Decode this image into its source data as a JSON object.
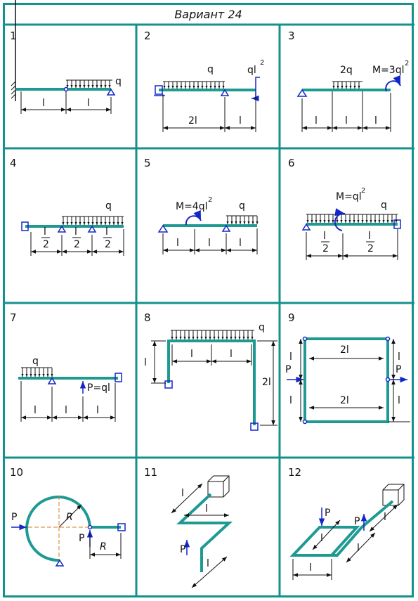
{
  "header": {
    "title": "Вариант 24"
  },
  "colors": {
    "frame": "#14918c",
    "beam": "#1e9a93",
    "support": "#1426c8",
    "dim": "#111111"
  },
  "panels": [
    {
      "number": "1",
      "labels": {
        "q": "q",
        "dim1": "l",
        "dim2": "l"
      }
    },
    {
      "number": "2",
      "labels": {
        "q": "q",
        "moment": "ql",
        "moment_exp": "2",
        "dim1": "2l",
        "dim2": "l"
      }
    },
    {
      "number": "3",
      "labels": {
        "q": "2q",
        "moment": "M=3ql",
        "moment_exp": "2",
        "dim1": "l",
        "dim2": "l",
        "dim3": "l"
      }
    },
    {
      "number": "4",
      "labels": {
        "q": "q",
        "frac_num": "l",
        "frac_den": "2"
      }
    },
    {
      "number": "5",
      "labels": {
        "moment": "M=4ql",
        "moment_exp": "2",
        "q": "q",
        "dim1": "l",
        "dim2": "l",
        "dim3": "l"
      }
    },
    {
      "number": "6",
      "labels": {
        "moment": "M=ql",
        "moment_exp": "2",
        "q": "q",
        "frac_num": "l",
        "frac_den": "2"
      }
    },
    {
      "number": "7",
      "labels": {
        "q": "q",
        "force": "P=ql",
        "dim1": "l",
        "dim2": "l",
        "dim3": "l"
      }
    },
    {
      "number": "8",
      "labels": {
        "q": "q",
        "dim_h1": "l",
        "dim_h2": "l",
        "dim_v1": "l",
        "dim_v2": "2l"
      }
    },
    {
      "number": "9",
      "labels": {
        "top": "2l",
        "bottom": "2l",
        "left_p": "P",
        "right_p": "P",
        "v1": "l",
        "v2": "l",
        "v3": "l",
        "v4": "l"
      }
    },
    {
      "number": "10",
      "labels": {
        "p1": "P",
        "p2": "P",
        "r1": "R",
        "r2": "R"
      }
    },
    {
      "number": "11",
      "labels": {
        "p": "P",
        "l1": "l",
        "l2": "l",
        "l3": "l"
      }
    },
    {
      "number": "12",
      "labels": {
        "p1": "P",
        "p2": "P",
        "l1": "l",
        "l2": "l",
        "l3": "l",
        "l4": "l"
      }
    }
  ]
}
